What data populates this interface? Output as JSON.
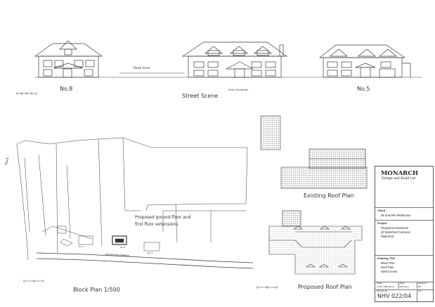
{
  "street": {
    "left_house_label": "No.8",
    "road_level_label": "Road level",
    "front_elevation_label": "Front Elevation",
    "title": "Street Scene",
    "right_house_label": "No.5"
  },
  "block_plan": {
    "title": "Block Plan 1/500",
    "track_label": "Track",
    "proposal_note_line1": "Proposed ground floor and",
    "proposal_note_line2": "first floor extensions",
    "plot_label_no6": "No. 6",
    "plot_label_no8": "No. 8",
    "plot_label_no5": "No. 5",
    "road_label": "WATERFORD COMMON"
  },
  "roof": {
    "existing_title": "Existing Roof Plan",
    "proposed_title": "Proposed Roof Plan"
  },
  "title_block": {
    "company_name": "MONARCH",
    "company_sub": "Design and Build Ltd",
    "client_head": "Client",
    "client_name": "Mr and Mrs Parkhouse",
    "project_head": "Project",
    "project_line1": "Proposed extensions",
    "project_line2": "@ Waterford Common",
    "project_line3": "Waterford",
    "drawing_title_head": "Drawing Title",
    "drawing_line1": "Block Plan",
    "drawing_line2": "Roof Plan",
    "drawing_line3": "Street scene",
    "scale_head": "Scale",
    "scale_value": "1/100, 1/500 @ A1",
    "date_head": "Date",
    "date_value": "Mar 2014",
    "drawn_head": "Drawn by",
    "drawn_value": "MP",
    "drawing_no_head": "Drawing No.",
    "rev_head": "Rev.",
    "drawing_number": "NHV 022/04"
  },
  "colors": {
    "line": "#3a3a3a",
    "hatch": "#555555",
    "paper": "#ffffff"
  }
}
